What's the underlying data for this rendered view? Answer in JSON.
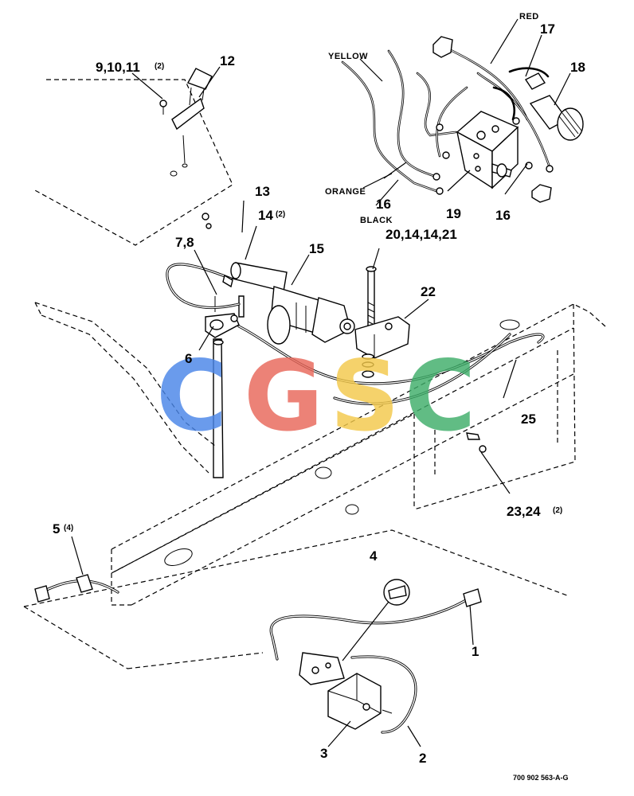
{
  "callouts": {
    "c1": "1",
    "c2": "2",
    "c3": "3",
    "c4": "4",
    "c5": "5",
    "c5_qty": "(4)",
    "c6": "6",
    "c7_8": "7,8",
    "c9_11": "9,10,11",
    "c9_11_qty": "(2)",
    "c12": "12",
    "c13": "13",
    "c14": "14",
    "c14_qty": "(2)",
    "c15": "15",
    "c16a": "16",
    "c16b": "16",
    "c17": "17",
    "c18": "18",
    "c19": "19",
    "c20": "20,14,14,21",
    "c22": "22",
    "c23_24": "23,24",
    "c23_24_qty": "(2)",
    "c25": "25"
  },
  "wire_colors": {
    "red": "RED",
    "yellow": "YELLOW",
    "orange": "ORANGE",
    "black": "BLACK"
  },
  "figure_code": "700 902 563-A-G",
  "watermark": {
    "letters": [
      "C",
      "G",
      "S",
      "C"
    ],
    "colors": [
      "#4a86e8",
      "#e8675a",
      "#f3c94b",
      "#3fae6a"
    ]
  }
}
